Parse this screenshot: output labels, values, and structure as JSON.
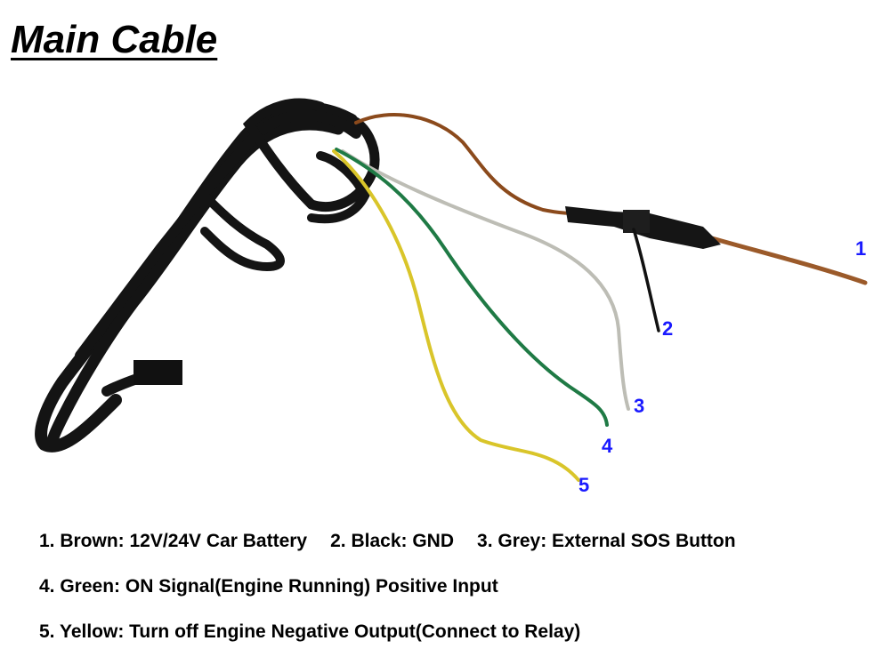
{
  "title": "Main Cable",
  "wire_numbers": [
    "1",
    "2",
    "3",
    "4",
    "5"
  ],
  "wire_colors": {
    "brown": "#8b4a1c",
    "black": "#111111",
    "grey": "#bdbdb5",
    "green": "#1f7a45",
    "yellow": "#d9c52a",
    "cable": "#141414",
    "number_label": "#1a1aff"
  },
  "legend": {
    "line1": [
      "1. Brown: 12V/24V Car Battery",
      "2. Black: GND",
      "3. Grey: External SOS Button"
    ],
    "line2": "4. Green: ON Signal(Engine Running) Positive Input",
    "line3": "5. Yellow: Turn off Engine Negative Output(Connect to Relay)"
  }
}
